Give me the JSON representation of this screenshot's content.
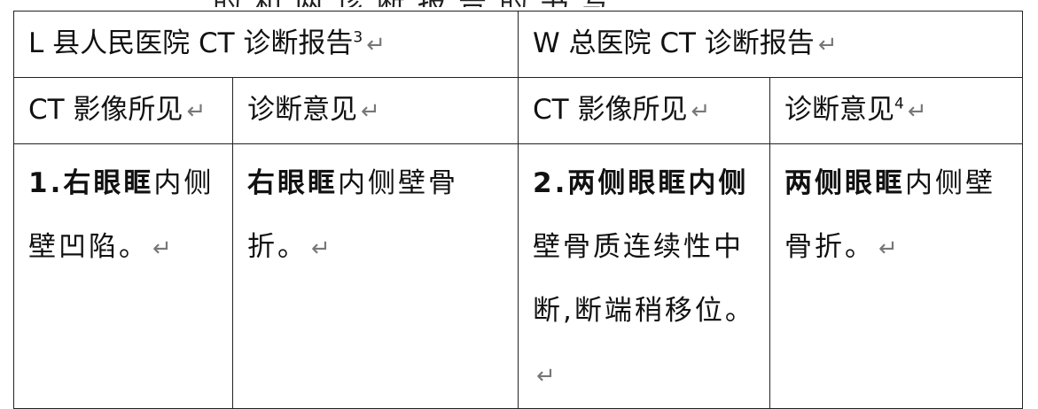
{
  "top_text": "的 和 两 诊 断 报 告 的 书 写",
  "header": {
    "left_title": "L 县人民医院 CT 诊断报告",
    "left_note": "3",
    "right_title": "W 总医院 CT 诊断报告"
  },
  "columns": {
    "c1": "CT 影像所见",
    "c2": "诊断意见",
    "c3": "CT 影像所见",
    "c4": "诊断意见",
    "c4_note": "4"
  },
  "rows": {
    "c1_bold": "1.右眼眶",
    "c1_rest": "内侧壁凹陷。",
    "c2_bold": "右眼眶",
    "c2_rest": "内侧壁骨折。",
    "c3_bold": "2.两侧眼眶内侧",
    "c3_rest": "壁骨质连续性中断,断端稍移位。",
    "c4_bold": "两侧眼眶",
    "c4_rest": "内侧壁骨折。"
  },
  "return_mark": "↵"
}
